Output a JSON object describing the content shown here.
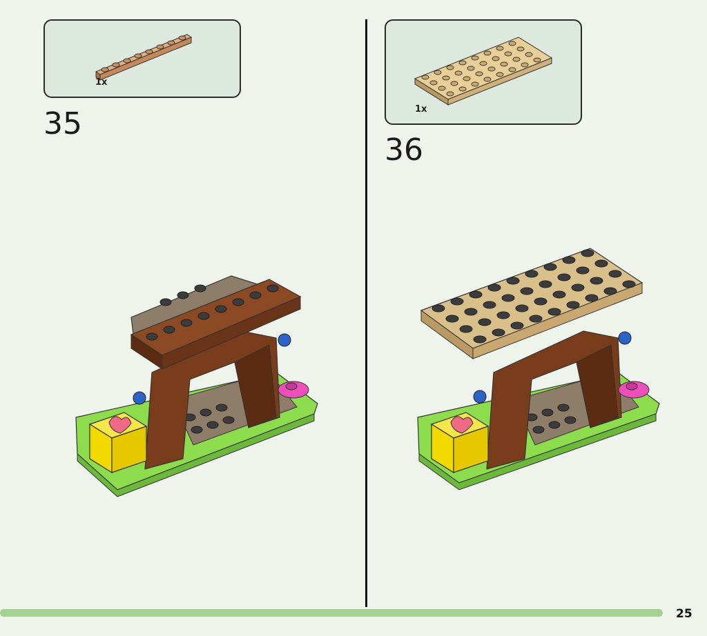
{
  "steps": [
    {
      "number": "35",
      "part_qty": "1x",
      "part": "tan-brick-plate-1x8-icon"
    },
    {
      "number": "36",
      "part_qty": "1x",
      "part": "beige-plate-4x8-icon"
    }
  ],
  "page": {
    "number": "25"
  },
  "colors": {
    "background": "#eef4ec",
    "parts_box": "#dde8de",
    "progress": "#a4d391",
    "brown_dark": "#6a3419",
    "brown": "#8c4a24",
    "tan": "#d9bf8a",
    "stone": "#8e7d69",
    "green": "#8ddc4e"
  }
}
